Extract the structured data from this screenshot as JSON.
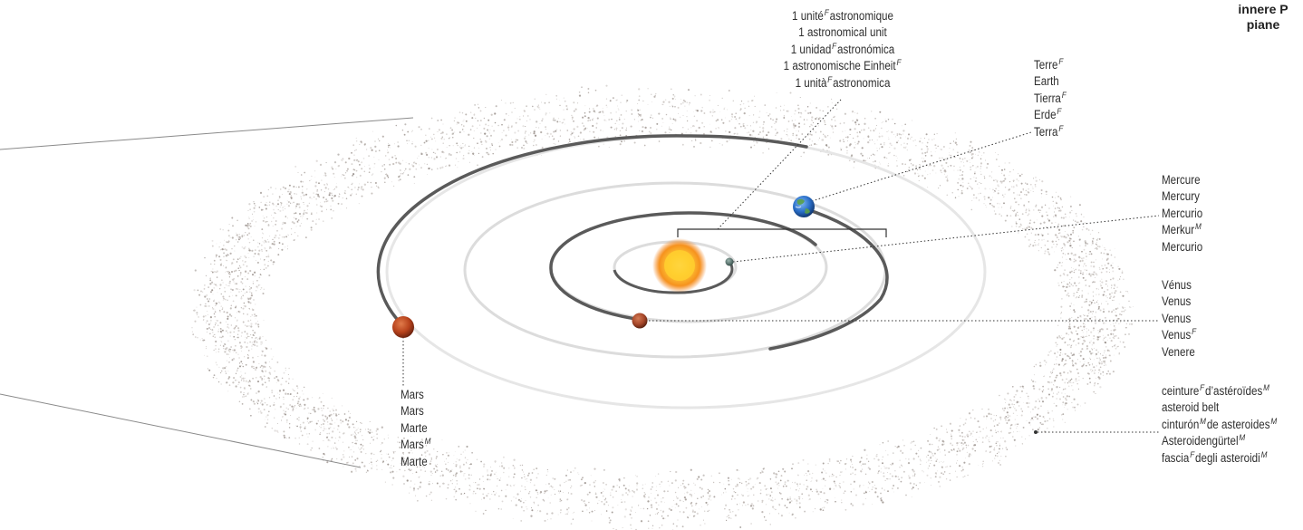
{
  "title": {
    "lines": [
      "innere P",
      "piane"
    ]
  },
  "colors": {
    "orbit": "#5a5a5a",
    "orbit_light": "#d6d6d6",
    "leader": "#333333",
    "asteroid_belt": "#b8b2ad",
    "sun_core": "#ffd23a",
    "sun_edge": "#f27b13",
    "mars": "#b8431c",
    "venus": "#a8482a",
    "earth_ocean": "#2a6fc9",
    "earth_land": "#4f9a3c",
    "mercury": "#4f6f6a"
  },
  "labels": {
    "astronomical_unit": {
      "name": "astronomical-unit-label",
      "lines": [
        {
          "text": "1 unité",
          "gender": "F",
          "rest": "astronomique"
        },
        {
          "text": "1 astronomical unit",
          "gender": "",
          "rest": ""
        },
        {
          "text": "1 unidad",
          "gender": "F",
          "rest": "astronómica"
        },
        {
          "text": "1 astronomische Einheit",
          "gender": "F",
          "rest": ""
        },
        {
          "text": "1 unità",
          "gender": "F",
          "rest": "astronomica"
        }
      ]
    },
    "earth": {
      "name": "earth-label",
      "lines": [
        {
          "text": "Terre",
          "gender": "F",
          "rest": ""
        },
        {
          "text": "Earth",
          "gender": "",
          "rest": ""
        },
        {
          "text": "Tierra",
          "gender": "F",
          "rest": ""
        },
        {
          "text": "Erde",
          "gender": "F",
          "rest": ""
        },
        {
          "text": "Terra",
          "gender": "F",
          "rest": ""
        }
      ]
    },
    "mercury": {
      "name": "mercury-label",
      "lines": [
        {
          "text": "Mercure",
          "gender": "",
          "rest": ""
        },
        {
          "text": "Mercury",
          "gender": "",
          "rest": ""
        },
        {
          "text": "Mercurio",
          "gender": "",
          "rest": ""
        },
        {
          "text": "Merkur",
          "gender": "M",
          "rest": ""
        },
        {
          "text": "Mercurio",
          "gender": "",
          "rest": ""
        }
      ]
    },
    "venus": {
      "name": "venus-label",
      "lines": [
        {
          "text": "Vénus",
          "gender": "",
          "rest": ""
        },
        {
          "text": "Venus",
          "gender": "",
          "rest": ""
        },
        {
          "text": "Venus",
          "gender": "",
          "rest": ""
        },
        {
          "text": "Venus",
          "gender": "F",
          "rest": ""
        },
        {
          "text": "Venere",
          "gender": "",
          "rest": ""
        }
      ]
    },
    "mars": {
      "name": "mars-label",
      "lines": [
        {
          "text": "Mars",
          "gender": "",
          "rest": ""
        },
        {
          "text": "Mars",
          "gender": "",
          "rest": ""
        },
        {
          "text": "Marte",
          "gender": "",
          "rest": ""
        },
        {
          "text": "Mars",
          "gender": "M",
          "rest": ""
        },
        {
          "text": "Marte",
          "gender": "",
          "rest": ""
        }
      ]
    },
    "asteroid_belt": {
      "name": "asteroid-belt-label",
      "lines": [
        {
          "text": "ceinture",
          "gender": "F",
          "rest": "d’astéroïdes",
          "gender2": "M"
        },
        {
          "text": "asteroid belt",
          "gender": "",
          "rest": ""
        },
        {
          "text": "cinturón",
          "gender": "M",
          "rest": "de asteroides",
          "gender2": "M"
        },
        {
          "text": "Asteroidengürtel",
          "gender": "M",
          "rest": ""
        },
        {
          "text": "fascia",
          "gender": "F",
          "rest": "degli asteroidi",
          "gender2": "M"
        }
      ]
    }
  }
}
